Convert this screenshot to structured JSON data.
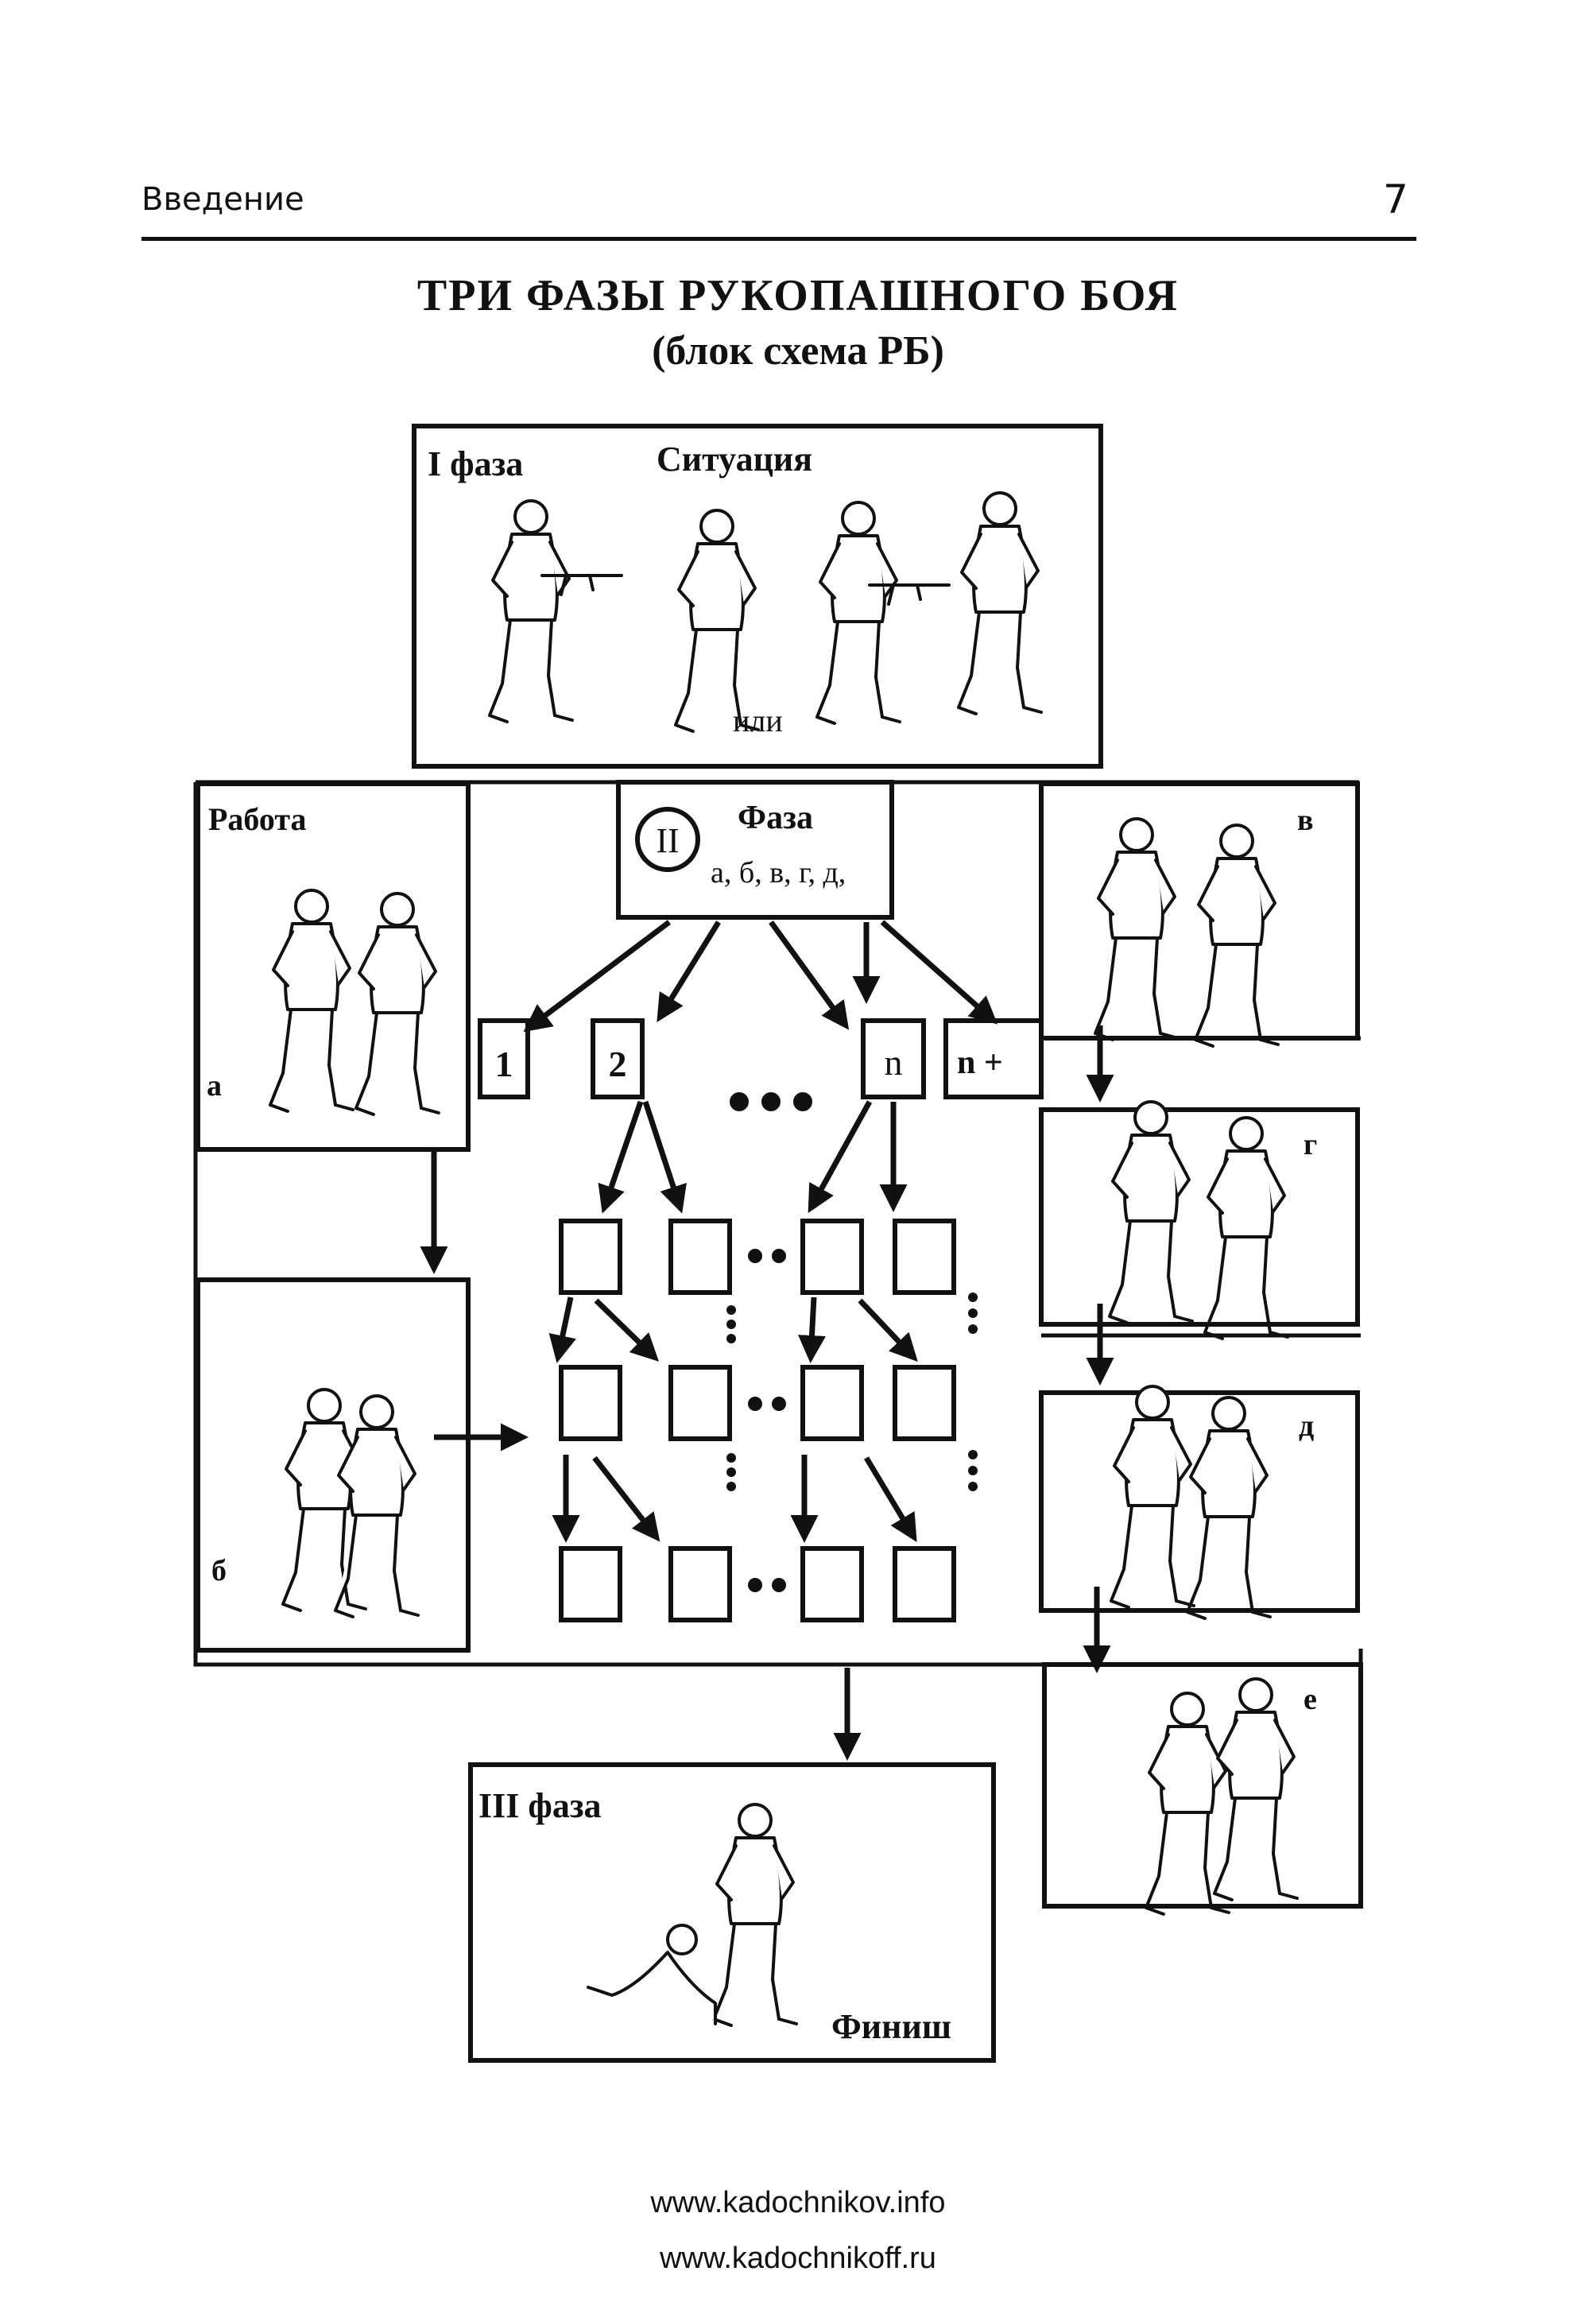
{
  "header": {
    "section": "Введение",
    "page_number": "7"
  },
  "title": {
    "line1": "ТРИ ФАЗЫ РУКОПАШНОГО БОЯ",
    "line2": "(блок схема РБ)"
  },
  "phase1": {
    "label": "I фаза",
    "caption": "Ситуация",
    "or": "или"
  },
  "phase2": {
    "label": "Фаза",
    "numeral": "II",
    "options": "а, б, в, г, д,",
    "work_label": "Работа",
    "panels": {
      "a": "а",
      "b": "б",
      "v": "в",
      "g": "г",
      "d": "д",
      "e": "е"
    },
    "steps": [
      "1",
      "2",
      "n",
      "n +"
    ]
  },
  "phase3": {
    "label": "III фаза",
    "caption": "Финиш"
  },
  "footer": {
    "link1": "www.kadochnikov.info",
    "link2": "www.kadochnikoff.ru"
  }
}
